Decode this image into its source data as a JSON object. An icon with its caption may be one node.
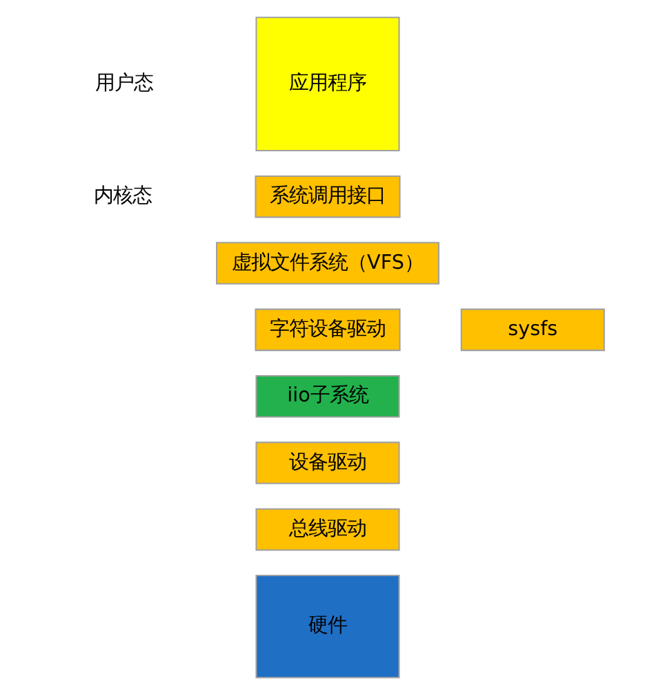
{
  "diagram": {
    "nodes": [
      {
        "text": [
          "应用程序"
        ]
      },
      {
        "text": [
          "系统调用接口"
        ]
      },
      {
        "text": [
          "虚拟文件系统（VFS）"
        ]
      },
      {
        "text": [
          "字符设备驱动"
        ]
      },
      {
        "text": [
          "sysfs"
        ]
      },
      {
        "text": [
          "iio子系统"
        ]
      },
      {
        "text": [
          "设备驱动"
        ]
      },
      {
        "text": [
          "总线驱动"
        ]
      },
      {
        "text": [
          "硬件"
        ]
      }
    ],
    "labels": [
      "用户态",
      "内核态"
    ]
  }
}
